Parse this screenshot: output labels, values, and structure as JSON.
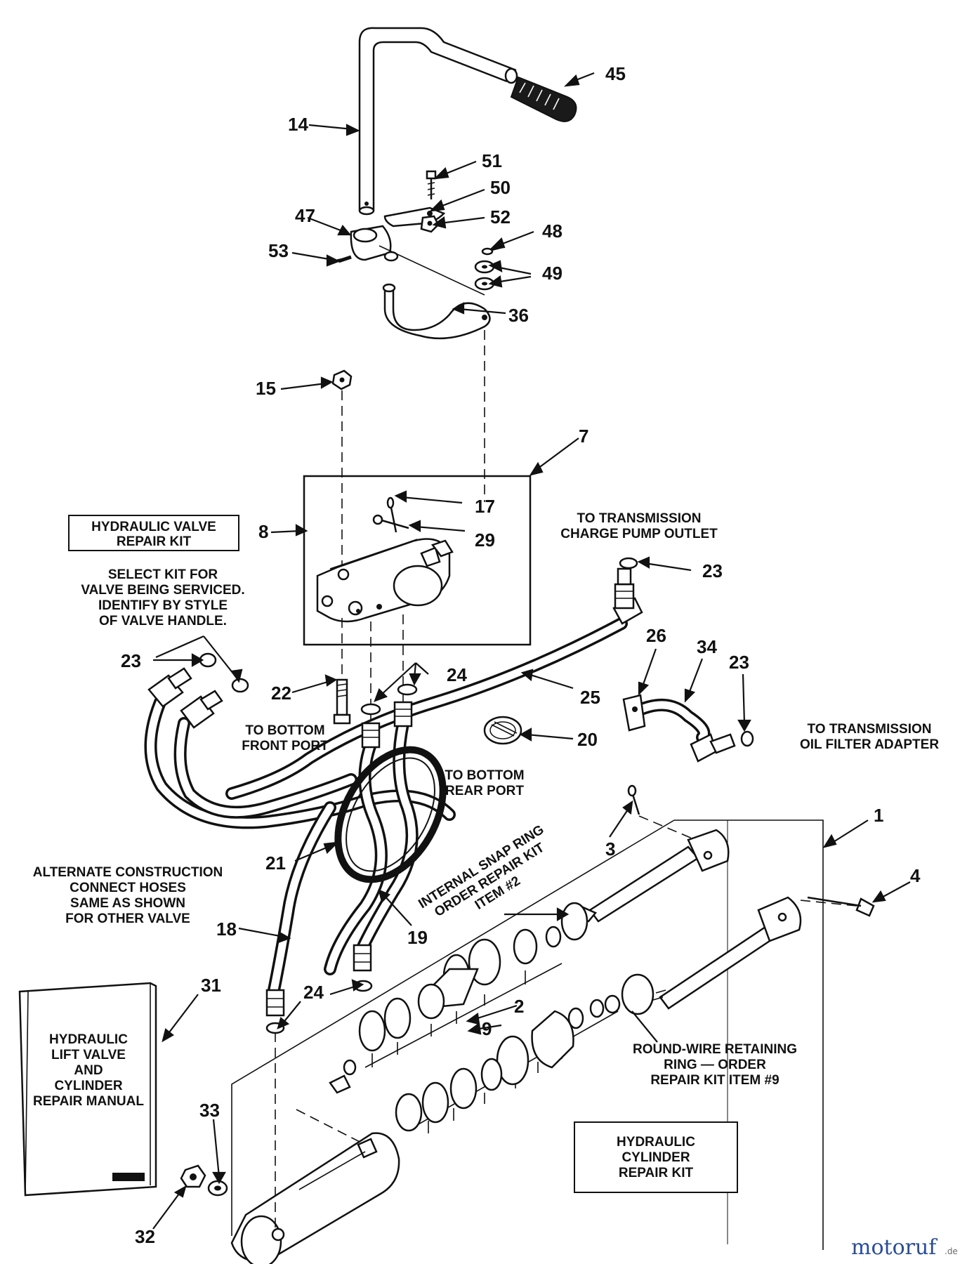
{
  "part_numbers": {
    "p1": "1",
    "p2": "2",
    "p3": "3",
    "p4": "4",
    "p7": "7",
    "p8": "8",
    "p9": "9",
    "p14": "14",
    "p15": "15",
    "p17": "17",
    "p18": "18",
    "p19": "19",
    "p20": "20",
    "p21": "21",
    "p22": "22",
    "p23": "23",
    "p24": "24",
    "p25": "25",
    "p26": "26",
    "p29": "29",
    "p31": "31",
    "p32": "32",
    "p33": "33",
    "p34": "34",
    "p36": "36",
    "p45": "45",
    "p47": "47",
    "p48": "48",
    "p49": "49",
    "p50": "50",
    "p51": "51",
    "p52": "52",
    "p53": "53"
  },
  "valve_kit_box": {
    "line1": "HYDRAULIC VALVE",
    "line2": "REPAIR KIT"
  },
  "select_kit_note": {
    "line1": "SELECT KIT FOR",
    "line2": "VALVE BEING SERVICED.",
    "line3": "IDENTIFY BY STYLE",
    "line4": "OF VALVE HANDLE."
  },
  "charge_pump_note": {
    "line1": "TO TRANSMISSION",
    "line2": "CHARGE PUMP OUTLET"
  },
  "bottom_front_note": {
    "line1": "TO BOTTOM",
    "line2": "FRONT PORT"
  },
  "bottom_rear_note": {
    "line1": "TO BOTTOM",
    "line2": "REAR PORT"
  },
  "oil_filter_note": {
    "line1": "TO TRANSMISSION",
    "line2": "OIL FILTER ADAPTER"
  },
  "alternate_note": {
    "line1": "ALTERNATE CONSTRUCTION",
    "line2": "CONNECT HOSES",
    "line3": "SAME AS SHOWN",
    "line4": "FOR OTHER VALVE"
  },
  "snap_ring_note": {
    "line1": "INTERNAL SNAP RING",
    "line2": "ORDER REPAIR KIT",
    "line3": "ITEM #2"
  },
  "retaining_ring_note": {
    "line1": "ROUND-WIRE RETAINING",
    "line2": "RING — ORDER",
    "line3": "REPAIR KIT ITEM #9"
  },
  "manual": {
    "line1": "HYDRAULIC",
    "line2": "LIFT VALVE",
    "line3": "AND",
    "line4": "CYLINDER",
    "line5": "REPAIR MANUAL"
  },
  "cylinder_kit_box": {
    "line1": "HYDRAULIC",
    "line2": "CYLINDER",
    "line3": "REPAIR KIT"
  },
  "watermark": {
    "brand": "motoruf",
    "suffix": ".de"
  },
  "colors": {
    "ink": "#111111",
    "watermark": "#2a4c9a"
  }
}
